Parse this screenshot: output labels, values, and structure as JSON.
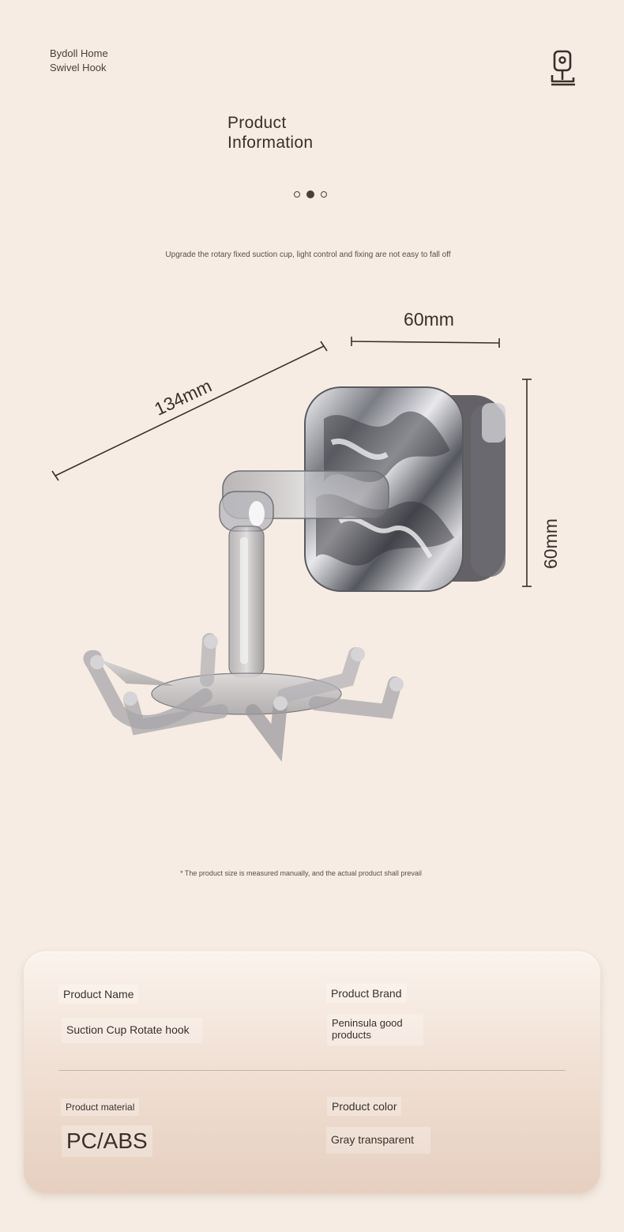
{
  "brand": {
    "line1": "Bydoll Home",
    "line2": "Swivel Hook",
    "logo_icon": "hook-logo-icon"
  },
  "title": {
    "line1": "Product",
    "line2": "Information"
  },
  "carousel": {
    "dots": 3,
    "active_index": 1
  },
  "subtitle": "Upgrade the rotary fixed suction cup, light control and fixing are not easy to fall off",
  "dimensions": {
    "length": "134mm",
    "width": "60mm",
    "height": "60mm"
  },
  "note": "* The product size is measured manually, and the actual product shall prevail",
  "specs": {
    "name_label": "Product Name",
    "name_value": "Suction Cup Rotate hook",
    "brand_label": "Product Brand",
    "brand_value_line1": "Peninsula good",
    "brand_value_line2": "products",
    "material_label": "Product material",
    "material_value": "PC/ABS",
    "color_label": "Product color",
    "color_value": "Gray transparent"
  },
  "colors": {
    "background": "#f6ece3",
    "text": "#3a302b",
    "card_top": "#fbf3ed",
    "card_bottom": "#e6cfbf"
  }
}
